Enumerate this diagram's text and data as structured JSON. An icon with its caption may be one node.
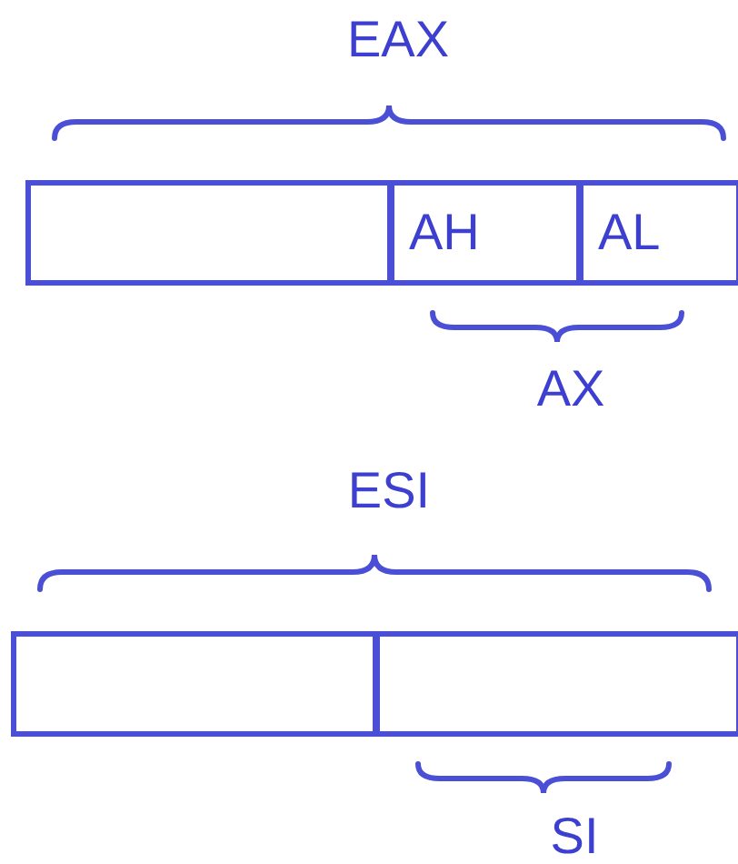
{
  "diagram": {
    "nodes": [
      {
        "text": [],
        "shape": "box"
      },
      {
        "text": [
          "AH"
        ]
      },
      {
        "text": [
          "AL"
        ]
      },
      {
        "text": [],
        "shape": "box"
      },
      {
        "text": [],
        "shape": "box"
      }
    ],
    "labels": [
      "EAX",
      "AX",
      "ESI",
      "SI"
    ]
  }
}
